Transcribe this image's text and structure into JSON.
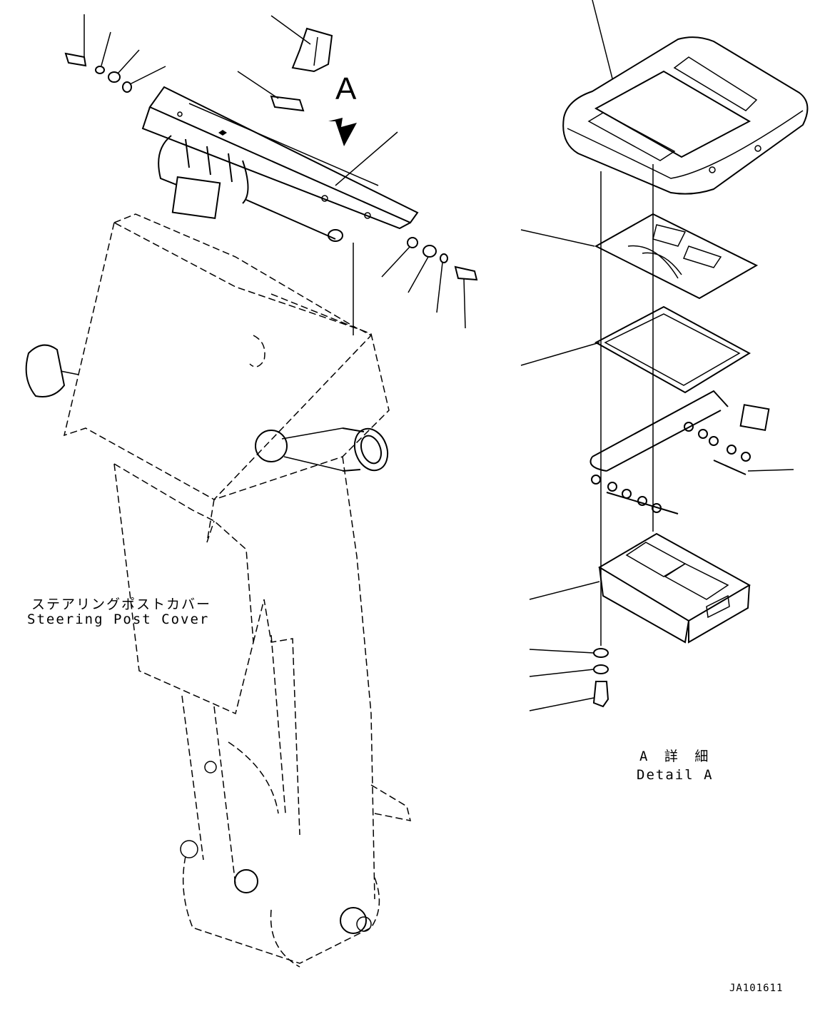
{
  "view_label": "A",
  "cover_label_jp": "ステアリングポストカバー",
  "cover_label_en": "Steering Post Cover",
  "detail_label_jp": "A 詳 細",
  "detail_label_en": "Detail A",
  "drawing_code": "JA101611"
}
